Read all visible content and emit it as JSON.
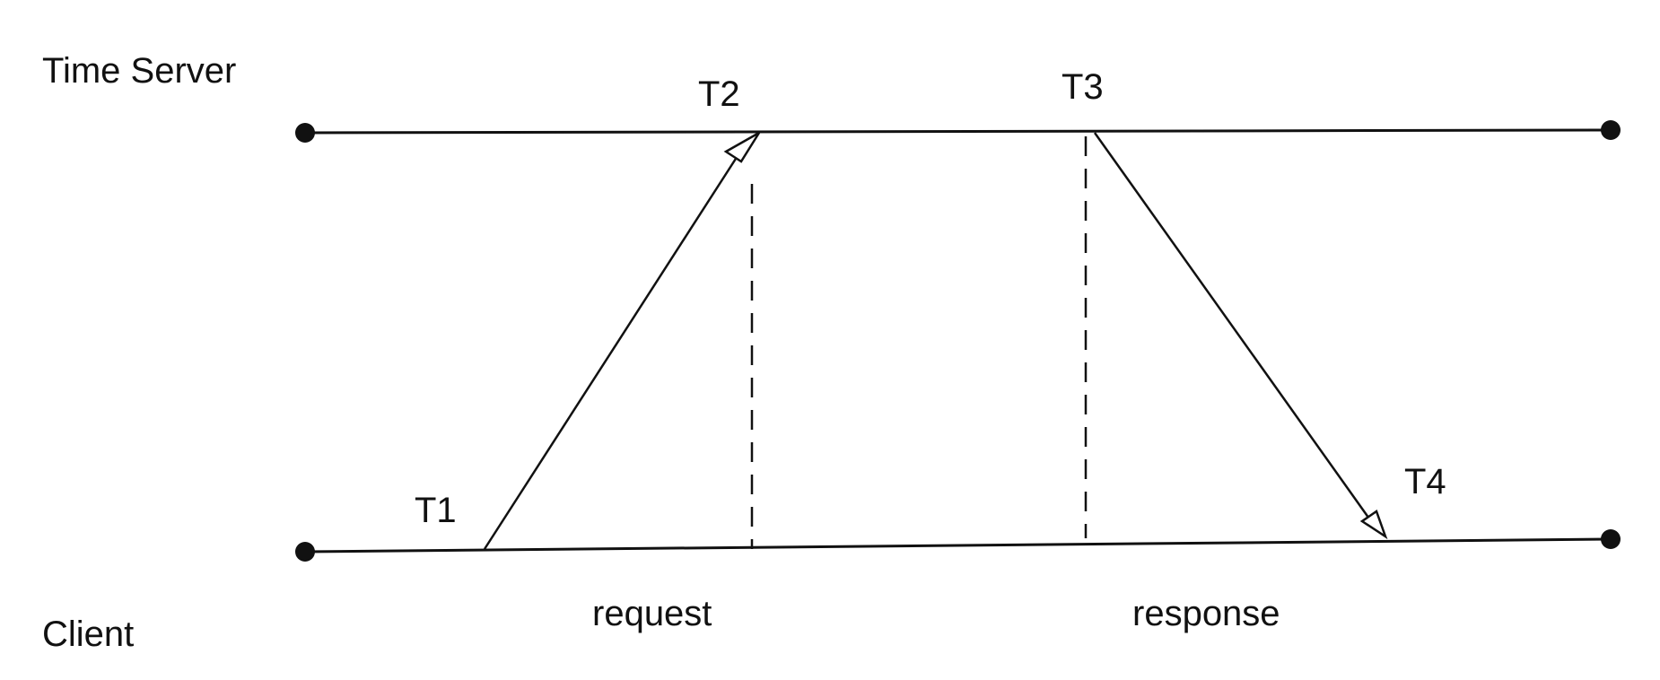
{
  "participants": {
    "server": "Time Server",
    "client": "Client"
  },
  "timestamps": {
    "t1": "T1",
    "t2": "T2",
    "t3": "T3",
    "t4": "T4"
  },
  "messages": {
    "request": "request",
    "response": "response"
  },
  "colors": {
    "ink": "#111111",
    "background": "#ffffff"
  }
}
